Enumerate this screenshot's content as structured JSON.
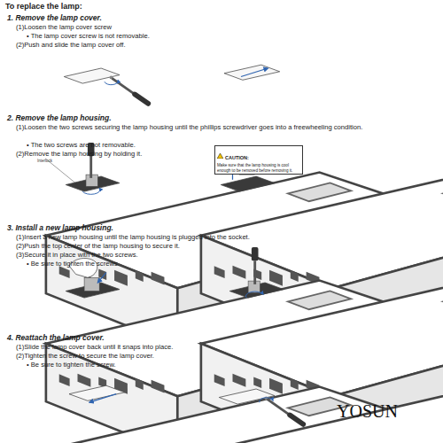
{
  "diagram": {
    "title": "To replace the lamp:",
    "nodes": [
      {
        "text": [
          "CAUTION:",
          "Make sure that the lamp housing is cool enough to be removed before removing it."
        ]
      }
    ],
    "labels": [
      "1. Remove the lamp cover.",
      "(1)Loosen the lamp cover screw",
      "• The lamp cover screw is not removable.",
      "(2)Push and slide the lamp cover off.",
      "2. Remove the lamp housing.",
      "(1)Loosen the two screws securing the lamp housing until the phillips screwdriver goes into a freewheeling condition.",
      "• The two screws are not removable.",
      "(2)Remove the lamp housing by holding it.",
      "Interlock",
      "3. Install a new lamp housing.",
      "(1)Insert a new lamp housing until the lamp housing is plugged into the socket.",
      "(2)Push the top center of the lamp housing to secure it.",
      "(3)Secure it in place with the two screws.",
      "• Be sure to tighten the screws.",
      "4. Reattach the lamp cover.",
      "(1)Slide the lamp cover back until it snaps into place.",
      "(2)Tighten the screw to secure the lamp cover.",
      "• Be sure to tighten the screw.",
      "YOSUN"
    ]
  }
}
